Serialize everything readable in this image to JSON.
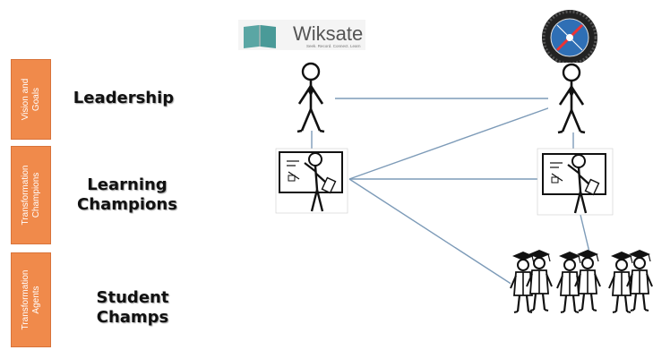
{
  "bands": [
    {
      "line1": "Vision and",
      "line2": "Goals"
    },
    {
      "line1": "Transformation",
      "line2": "Champions"
    },
    {
      "line1": "Transformation",
      "line2": "Agents"
    }
  ],
  "tiers": {
    "leadership": {
      "line1": "Leadership",
      "line2": ""
    },
    "learning": {
      "line1": "Learning",
      "line2": "Champions"
    },
    "student": {
      "line1": "Student",
      "line2": "Champs"
    }
  },
  "logos": {
    "wiksate": {
      "name": "Wiksate",
      "tagline": "Seek. Record. Connect. Learn"
    }
  },
  "colors": {
    "band_fill": "#f08a4b",
    "connector": "#7d9bb8",
    "ink": "#111111",
    "logo_teal": "#4a9a98"
  }
}
